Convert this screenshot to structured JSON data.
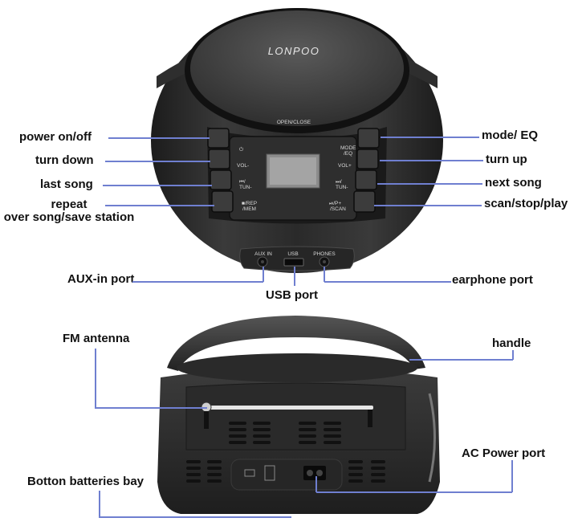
{
  "figure": {
    "brand": "LONPOO",
    "product": "Portable CD player boombox",
    "colors": {
      "leader_line": "#6f7fd0",
      "body": "#2b2b2b",
      "label_text": "#111111",
      "background": "#ffffff"
    }
  },
  "top_view": {
    "lid_label": "OPEN/CLOSE",
    "panel_left_buttons": [
      "⏻",
      "VOL-",
      "⏮/ TUN-",
      "■/REP /MEM"
    ],
    "panel_right_buttons": [
      "MODE /EQ",
      "VOL+",
      "⏭/ TUN-",
      "⏯/P+ /SCAN"
    ],
    "port_labels": [
      "AUX IN",
      "USB",
      "PHONES"
    ],
    "callouts_left": [
      {
        "id": "power",
        "text": "power on/off"
      },
      {
        "id": "vol-down",
        "text": "turn down"
      },
      {
        "id": "prev",
        "text": "last song"
      },
      {
        "id": "repeat",
        "text": "repeat",
        "text2": "over song/save station"
      }
    ],
    "callouts_right": [
      {
        "id": "mode",
        "text": "mode/ EQ"
      },
      {
        "id": "vol-up",
        "text": "turn up"
      },
      {
        "id": "next",
        "text": "next  song"
      },
      {
        "id": "scan",
        "text": "scan/stop/play"
      }
    ],
    "callouts_ports": [
      {
        "id": "aux",
        "text": "AUX-in port"
      },
      {
        "id": "usb",
        "text": "USB port"
      },
      {
        "id": "earphone",
        "text": "earphone port"
      }
    ]
  },
  "back_view": {
    "callouts": [
      {
        "id": "antenna",
        "text": "FM antenna"
      },
      {
        "id": "handle",
        "text": "handle"
      },
      {
        "id": "ac",
        "text": "AC Power port"
      },
      {
        "id": "battery",
        "text": "Botton batteries bay"
      }
    ]
  }
}
